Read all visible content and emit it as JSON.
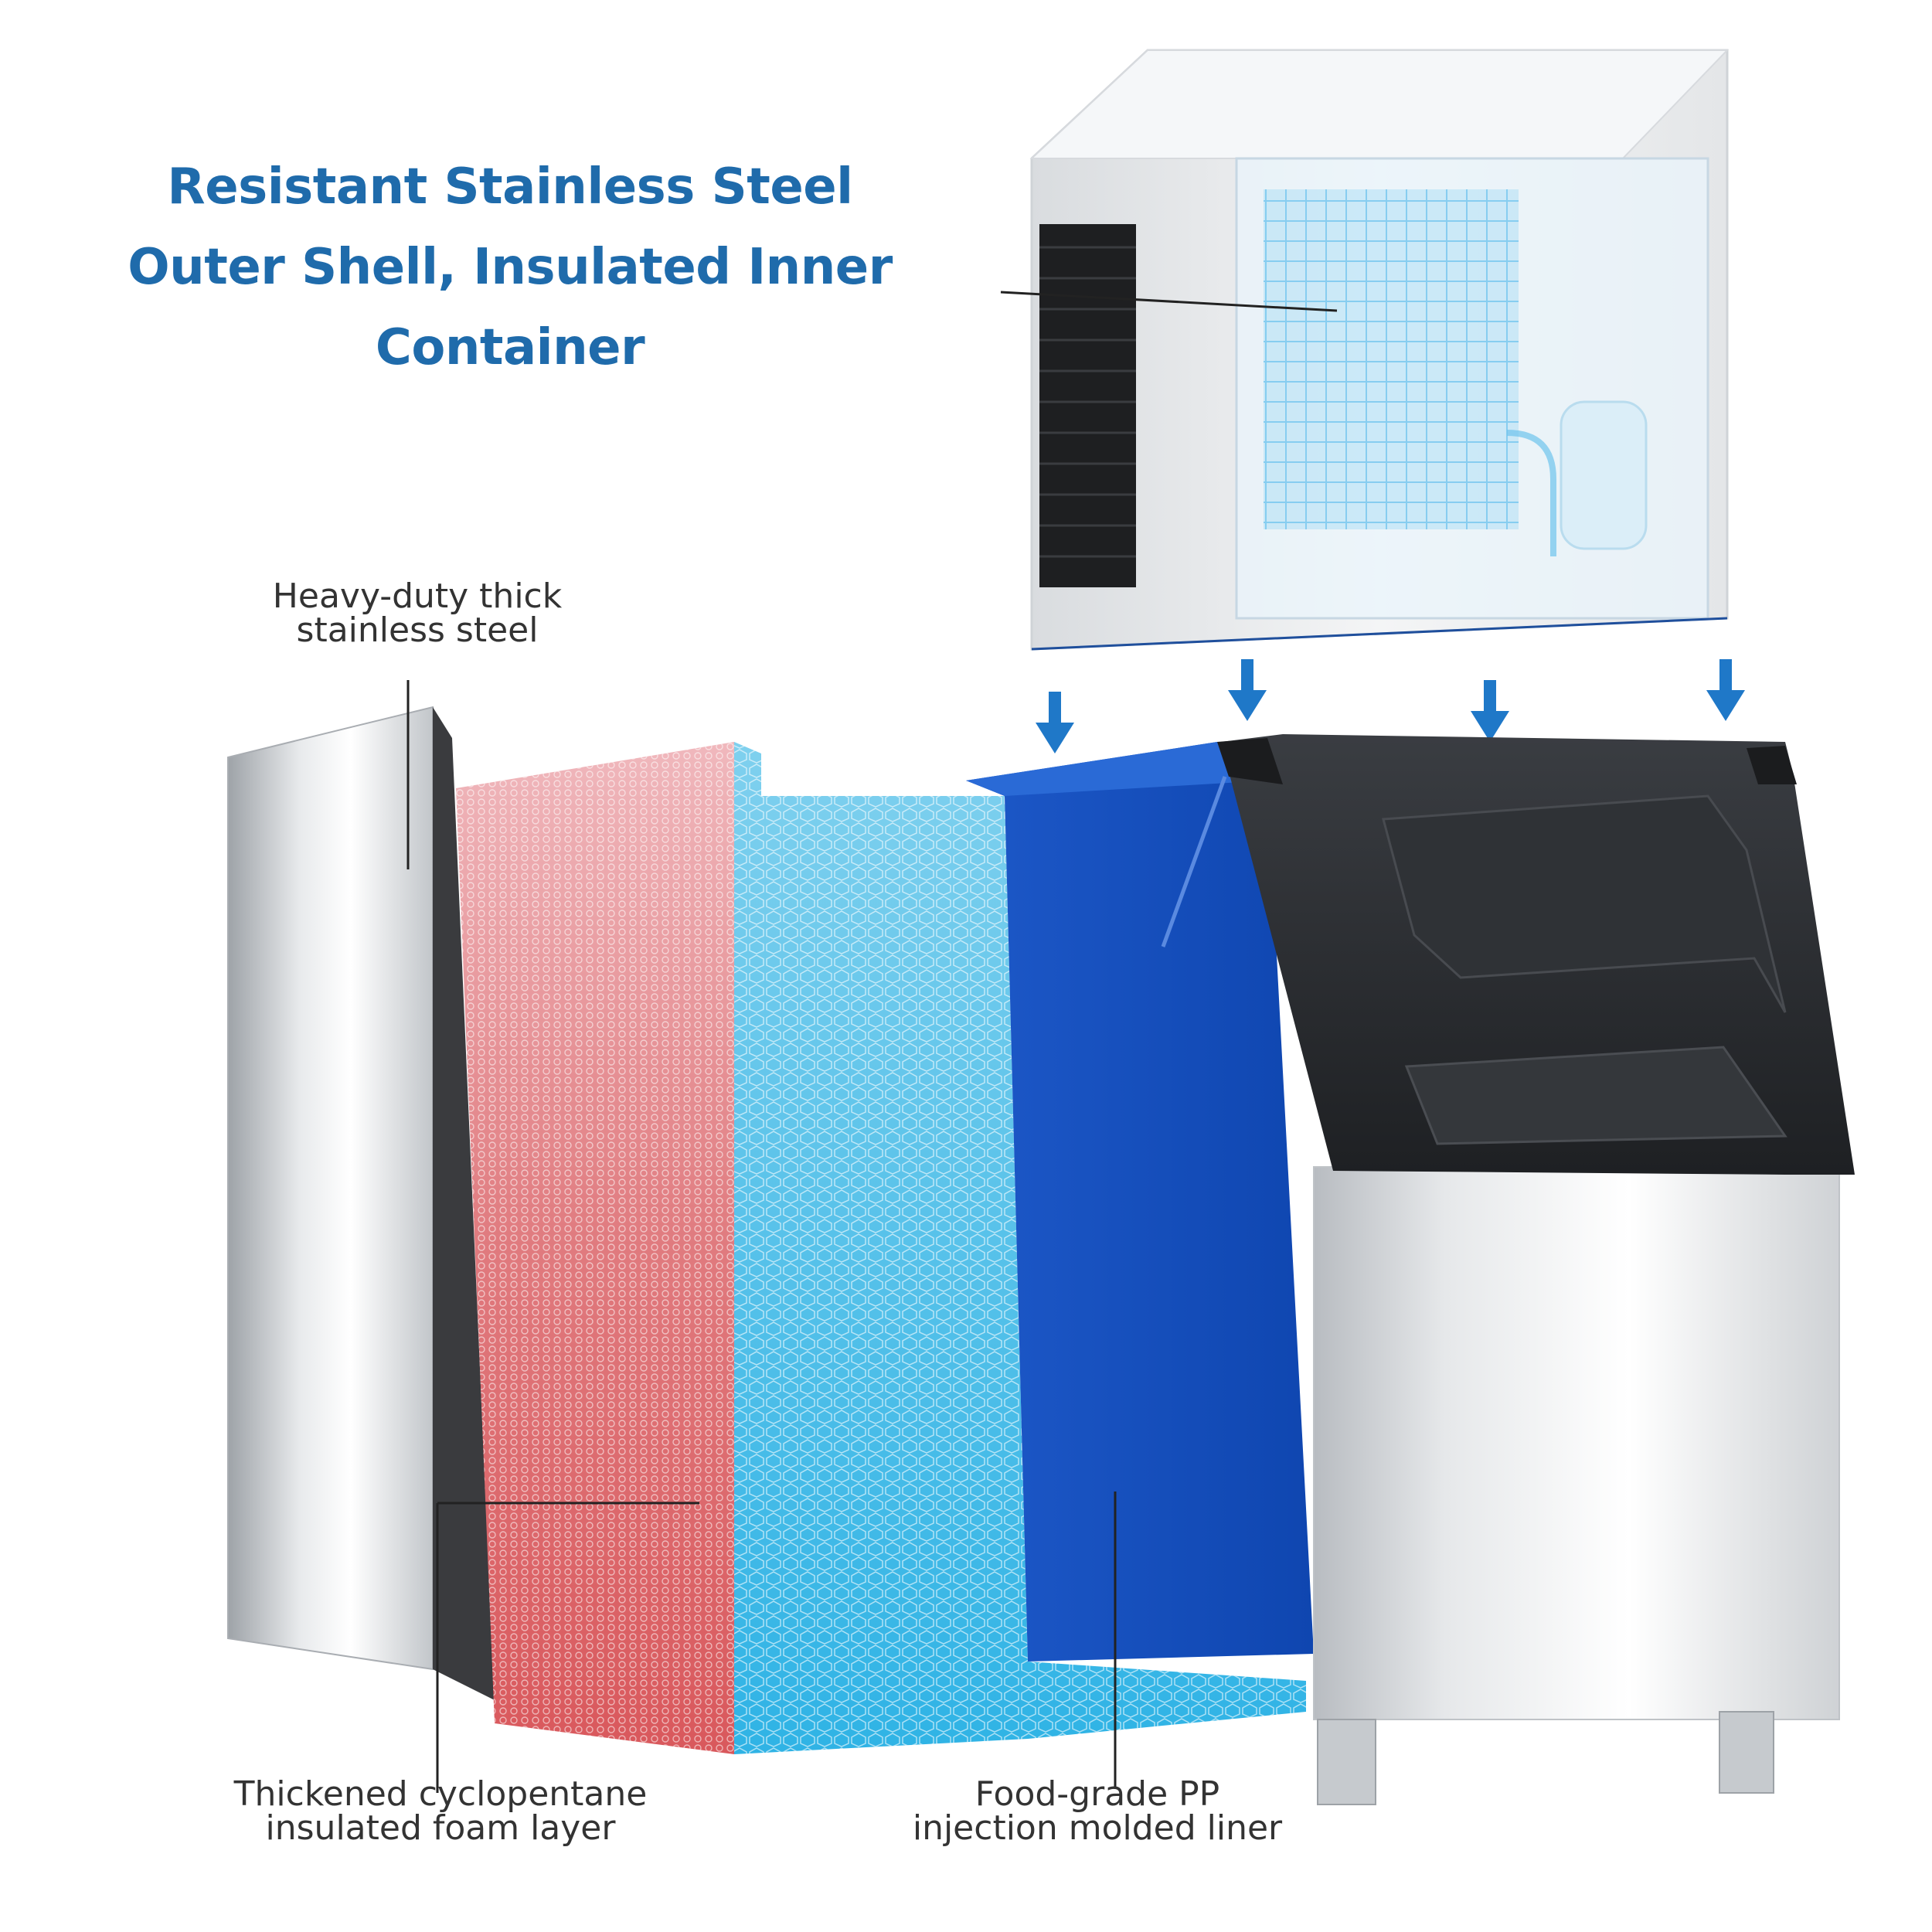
{
  "headline": {
    "line1": "Resistant Stainless Steel",
    "line2": "Outer Shell, Insulated Inner",
    "line3": "Container"
  },
  "callouts": {
    "steel": {
      "line1": "Heavy-duty thick",
      "line2": "stainless steel"
    },
    "foam": {
      "line1": "Thickened cyclopentane",
      "line2": "insulated foam layer"
    },
    "liner": {
      "line1": "Food-grade PP",
      "line2": "injection molded liner"
    }
  },
  "colors": {
    "headline": "#1f6bab",
    "label": "#333333",
    "arrow": "#1f78c8",
    "liner": "#1a4fc0",
    "foam_cold": "#35b8e6",
    "foam_warm": "#e06a6a",
    "bin_lid": "#2b2d30"
  }
}
